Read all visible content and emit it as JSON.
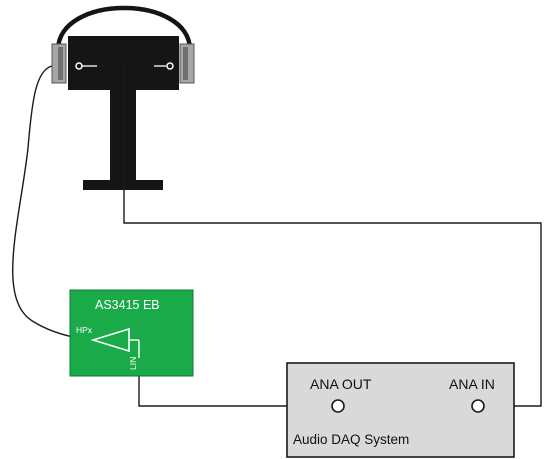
{
  "eval_board": {
    "title": "AS3415 EB",
    "hp_label": "HPx",
    "line_in_label": "LIN"
  },
  "daq": {
    "analog_out_label": "ANA OUT",
    "analog_in_label": "ANA IN",
    "name": "Audio DAQ System"
  },
  "colors": {
    "board_fill": "#1aaa4a",
    "board_stroke": "#0e7a35",
    "daq_fill": "#d9d9d9",
    "headphone_block": "#151515",
    "cushion": "#a6a6a6",
    "wire": "#1a1a1a"
  },
  "icons": [
    "headphones-icon",
    "amplifier-icon",
    "jack-icon"
  ]
}
